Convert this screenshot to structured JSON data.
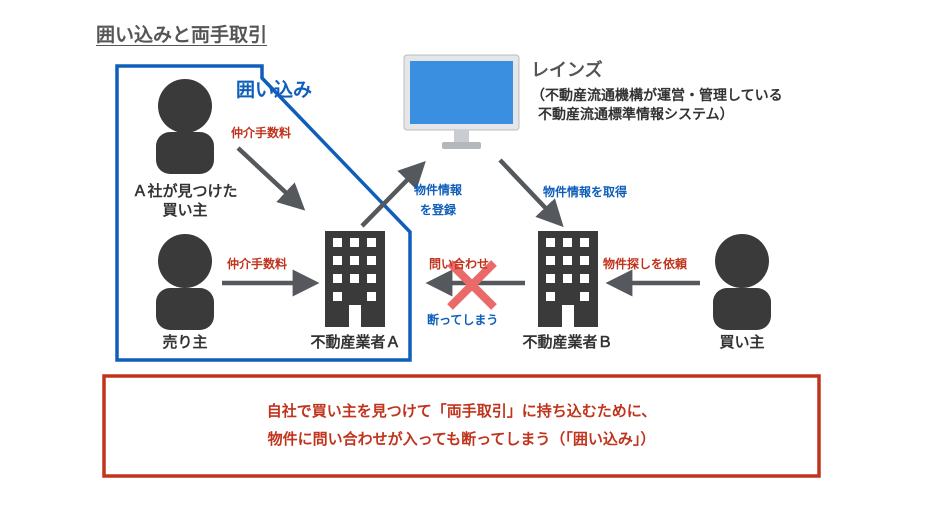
{
  "title": "囲い込みと両手取引",
  "enclosure_label": "囲い込み",
  "reins": {
    "name": "レインズ",
    "description_line1": "（不動産流通機構が運営・管理している",
    "description_line2": "不動産流通標準情報システム）"
  },
  "nodes": {
    "buyer_a": {
      "line1": "Ａ社が見つけた",
      "line2": "買い主"
    },
    "seller": {
      "label": "売り主"
    },
    "agency_a": {
      "label": "不動産業者Ａ"
    },
    "agency_b": {
      "label": "不動産業者Ｂ"
    },
    "buyer": {
      "label": "買い主"
    }
  },
  "edges": {
    "buyer_a_fee": "仲介手数料",
    "seller_fee": "仲介手数料",
    "register": {
      "line1": "物件情報",
      "line2": "を登録"
    },
    "fetch": "物件情報を取得",
    "inquiry": "問い合わせ",
    "refuse": "断ってしまう",
    "request": "物件探しを依頼"
  },
  "note": {
    "line1": "自社で買い主を見つけて「両手取引」に持ち込むために、",
    "line2": "物件に問い合わせが入っても断ってしまう（「囲い込み」）"
  },
  "colors": {
    "blue": "#0f5fba",
    "red": "#c0341d",
    "dark": "#3a3a3a",
    "arrow": "#55585c",
    "cross": "#ea6a6a",
    "monitor": "#3a8fe0"
  }
}
